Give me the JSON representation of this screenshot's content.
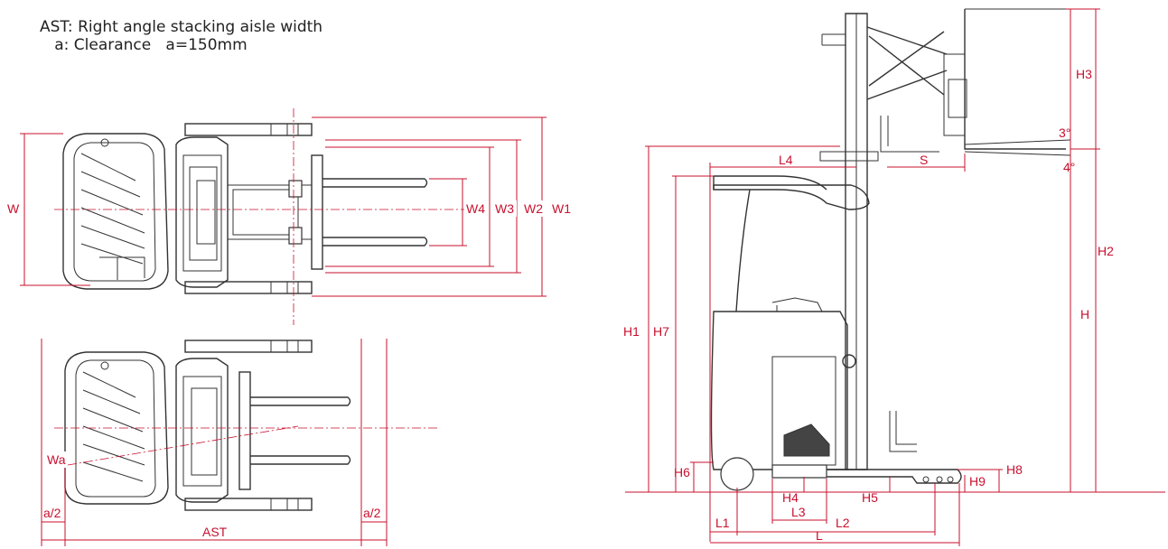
{
  "legend": {
    "line1": "AST: Right angle stacking aisle width",
    "line2": "   a: Clearance   a=150mm"
  },
  "labels": {
    "W": "W",
    "W1": "W1",
    "W2": "W2",
    "W3": "W3",
    "W4": "W4",
    "Wa": "Wa",
    "a_half_left": "a/2",
    "a_half_right": "a/2",
    "AST": "AST",
    "L": "L",
    "L1": "L1",
    "L2": "L2",
    "L3": "L3",
    "L4": "L4",
    "H": "H",
    "H1": "H1",
    "H2": "H2",
    "H3": "H3",
    "H4": "H4",
    "H5": "H5",
    "H6": "H6",
    "H7": "H7",
    "H8": "H8",
    "H9": "H9",
    "S": "S",
    "tilt_up": "3°",
    "tilt_down": "4°"
  },
  "colors": {
    "dimension": "#c8102e",
    "outline": "#333333"
  }
}
